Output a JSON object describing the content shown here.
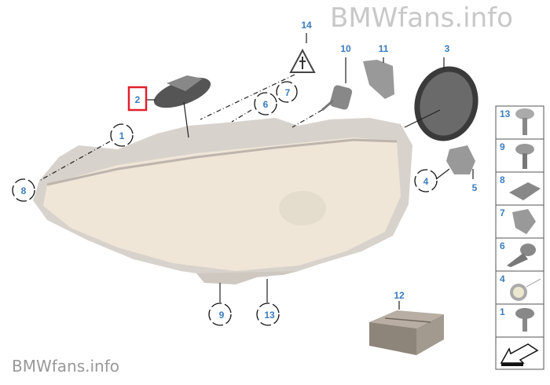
{
  "watermark_top": "BMWfans.info",
  "watermark_bottom": "BMWfans.info",
  "callouts": {
    "c14": "14",
    "c10": "10",
    "c11": "11",
    "c3": "3",
    "c2": "2",
    "c7": "7",
    "c6": "6",
    "c1": "1",
    "c8": "8",
    "c4": "4",
    "c5": "5",
    "c9": "9",
    "c13": "13",
    "c12": "12"
  },
  "highlight_color": "#e0202a",
  "callout_color": "#3a7cc0",
  "sidebar": {
    "items": [
      {
        "label": "13"
      },
      {
        "label": "9"
      },
      {
        "label": "8"
      },
      {
        "label": "7"
      },
      {
        "label": "6"
      },
      {
        "label": "4"
      },
      {
        "label": "1"
      }
    ]
  }
}
